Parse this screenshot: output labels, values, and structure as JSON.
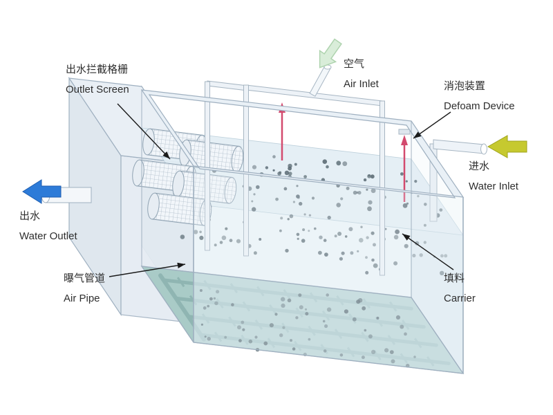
{
  "labels": {
    "outlet_screen": {
      "zh": "出水拦截格栅",
      "en": "Outlet Screen"
    },
    "air_inlet": {
      "zh": "空气",
      "en": "Air Inlet"
    },
    "defoam_device": {
      "zh": "消泡装置",
      "en": "Defoam Device"
    },
    "water_inlet": {
      "zh": "进水",
      "en": "Water Inlet"
    },
    "water_outlet": {
      "zh": "出水",
      "en": "Water Outlet"
    },
    "air_pipe": {
      "zh": "曝气管道",
      "en": "Air Pipe"
    },
    "carrier": {
      "zh": "填料",
      "en": "Carrier"
    }
  },
  "colors": {
    "water_outlet_arrow": "#2d7bd8",
    "water_inlet_arrow": "#c6c92f",
    "air_inlet_arrow": "#d9edd9",
    "defoam_arrow": "#d34a6e",
    "carrier_dot": "#5d6d76",
    "air_pipe_line": "#8fb5b2",
    "tank_edge": "#9fb0c0",
    "water_fill": "#dcebf3",
    "floor_fill": "#a9cbc7"
  }
}
